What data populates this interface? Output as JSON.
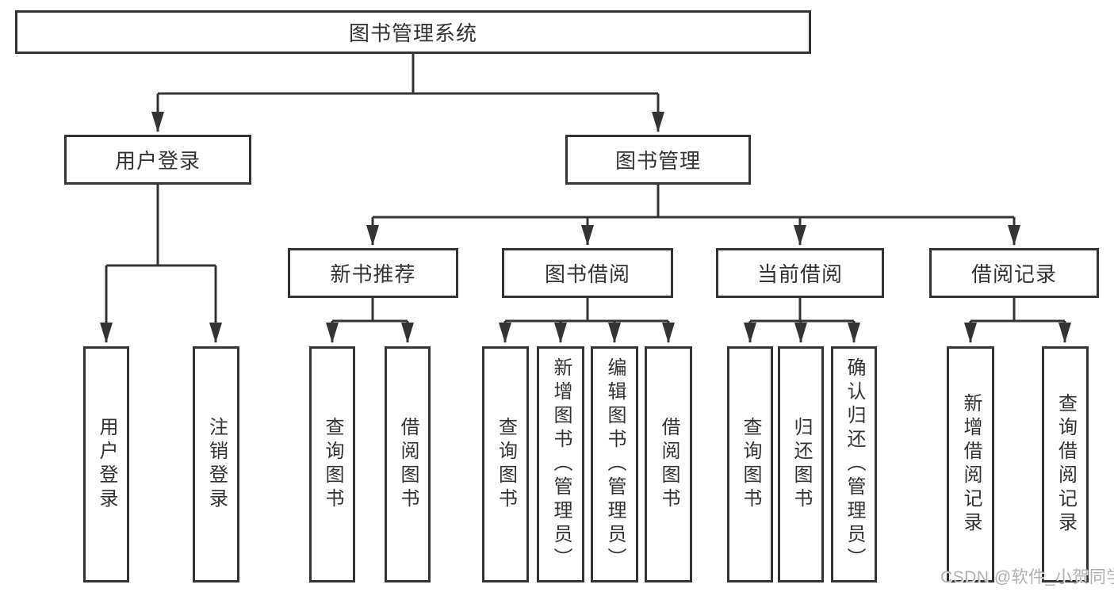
{
  "tree": {
    "label": "图书管理系统",
    "children": [
      {
        "label": "用户登录",
        "children": [
          {
            "label": "用户登录"
          },
          {
            "label": "注销登录"
          }
        ]
      },
      {
        "label": "图书管理",
        "children": [
          {
            "label": "新书推荐",
            "children": [
              {
                "label": "查询图书"
              },
              {
                "label": "借阅图书"
              }
            ]
          },
          {
            "label": "图书借阅",
            "children": [
              {
                "label": "查询图书"
              },
              {
                "label": "新增图书（管理员）"
              },
              {
                "label": "编辑图书（管理员）"
              },
              {
                "label": "借阅图书"
              }
            ]
          },
          {
            "label": "当前借阅",
            "children": [
              {
                "label": "查询图书"
              },
              {
                "label": "归还图书"
              },
              {
                "label": "确认归还（管理员）"
              }
            ]
          },
          {
            "label": "借阅记录",
            "children": [
              {
                "label": "新增借阅记录"
              },
              {
                "label": "查询借阅记录"
              }
            ]
          }
        ]
      }
    ]
  },
  "watermark": {
    "text": "CSDN @软件_小贺同学"
  },
  "colors": {
    "line": "#343434",
    "text": "#333333",
    "node_background": "#ffffff",
    "watermark": "#b0b0b0"
  }
}
